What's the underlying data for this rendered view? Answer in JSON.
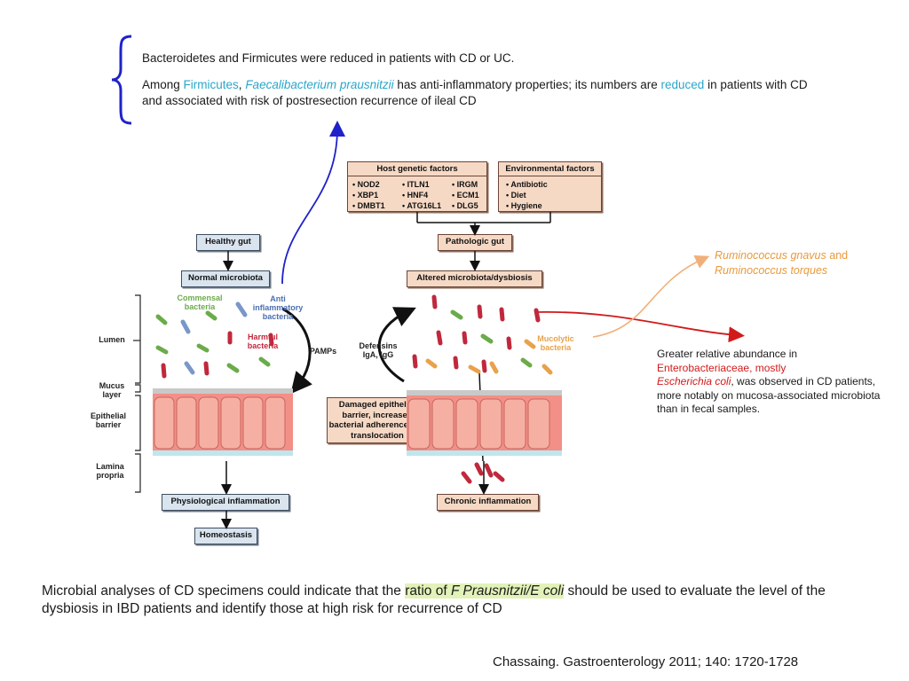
{
  "top_note": {
    "line1": "Bacteroidetes and Firmicutes were reduced in patients with CD or UC.",
    "line2_a": "Among ",
    "line2_firmicutes": "Firmicutes",
    "line2_b": ", ",
    "line2_species": "Faecalibacterium prausnitzii",
    "line2_c": " has anti-inflammatory properties; its numbers are ",
    "line2_reduced": "reduced",
    "line2_d": " in patients with CD and associated with risk of postresection recurrence of ileal CD"
  },
  "figure": {
    "host_genetic_title": "Host genetic factors",
    "host_genes": [
      "• NOD2",
      "• ITLN1",
      "• IRGM",
      "• XBP1",
      "• HNF4",
      "• ECM1",
      "• DMBT1",
      "• ATG16L1",
      "• DLG5"
    ],
    "env_title": "Environmental factors",
    "env_items": [
      "• Antibiotic",
      "• Diet",
      "• Hygiene"
    ],
    "healthy_gut": "Healthy gut",
    "normal_microbiota": "Normal microbiota",
    "pathologic_gut": "Pathologic gut",
    "altered_microbiota": "Altered microbiota/dysbiosis",
    "commensal": "Commensal bacteria",
    "anti_inflammatory": "Anti inflammatory bacteria",
    "harmful": "Harmful bacteria",
    "pamps": "PAMPs",
    "defensins": "Defensins IgA, IgG",
    "mucolytic": "Mucolytic bacteria",
    "damaged_barrier": "Damaged epithelial barrier, increased bacterial adherence and translocation",
    "physiological_inflammation": "Physiological inflammation",
    "homeostasis": "Homeostasis",
    "chronic_inflammation": "Chronic inflammation",
    "lumen": "Lumen",
    "mucus_layer": "Mucus layer",
    "epithelial_barrier": "Epithelial barrier",
    "lamina_propria": "Lamina propria"
  },
  "ruminococcus": {
    "a": "Ruminococcus gnavus",
    "and": " and",
    "b": "Ruminococcus torques"
  },
  "right_note": {
    "a": "Greater relative abundance in",
    "b": "Enterobacteriaceae, mostly",
    "c_species": "Escherichia coli",
    "c_rest": ", was observed in CD patients, more notably on mucosa-associated microbiota than in fecal samples."
  },
  "bottom_note": {
    "a": "Microbial analyses of CD specimens could indicate that the ",
    "hl_a": "ratio of ",
    "hl_species": "F Prausnitzii/E coli",
    "b": " should be used to evaluate the level of the dysbiosis in IBD patients and identify those at high risk for recurrence of CD"
  },
  "citation": "Chassaing. Gastroenterology 2011; 140: 1720-1728",
  "colors": {
    "blue_arrow": "#1f22c9",
    "red_arrow": "#d21a1a",
    "orange_arrow": "#f1b07a",
    "box_fill": "#f6d9c5",
    "commensal": "#6bab4a",
    "anti": "#7a97c8",
    "harmful": "#c0283c",
    "mucolytic": "#e8a24c"
  }
}
